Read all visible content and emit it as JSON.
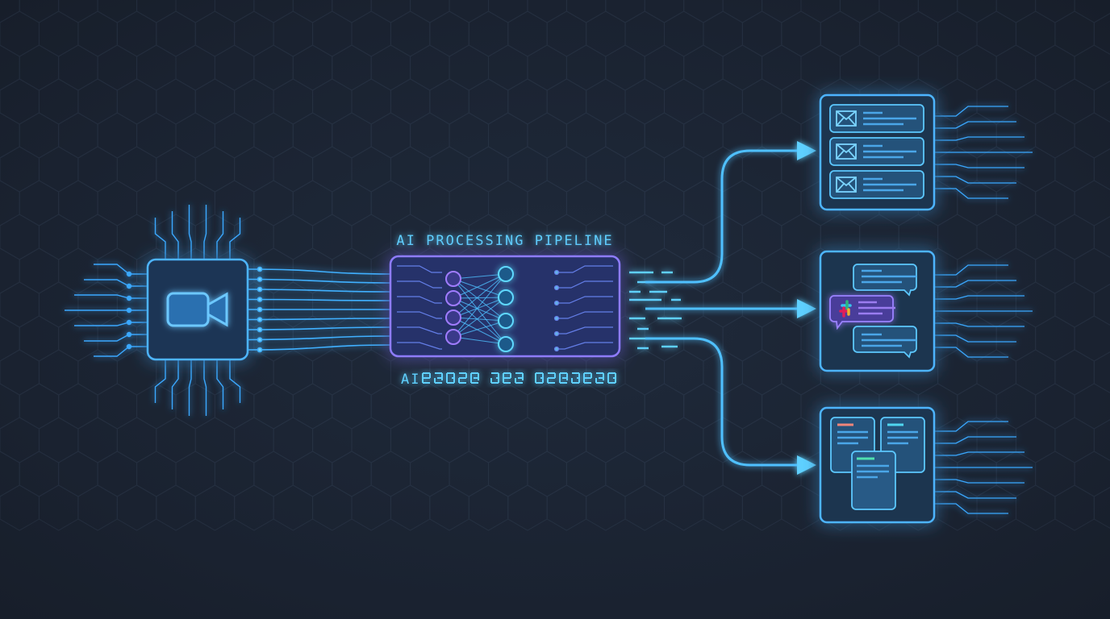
{
  "diagram": {
    "pipeline_title": "AI PROCESSING PIPELINE",
    "pipeline_subtitle_prefix": "AI",
    "input": {
      "icon": "video-camera-icon"
    },
    "processor": {
      "icon": "neural-network-icon",
      "input_layer_nodes": 4,
      "output_layer_nodes": 4
    },
    "outputs": [
      {
        "icon": "email-list-icon",
        "items": 3
      },
      {
        "icon": "chat-messages-icon",
        "highlight_icon": "slack-logo-icon"
      },
      {
        "icon": "documents-icon",
        "documents": 3
      }
    ]
  },
  "colors": {
    "background": "#1b2433",
    "glow_blue": "#3aa8ff",
    "cyan": "#5fd0ff",
    "purple": "#8a6cff",
    "doc_tag_red": "#f0857a",
    "doc_tag_cyan": "#4fd6f0",
    "doc_tag_green": "#4fe0b0"
  }
}
